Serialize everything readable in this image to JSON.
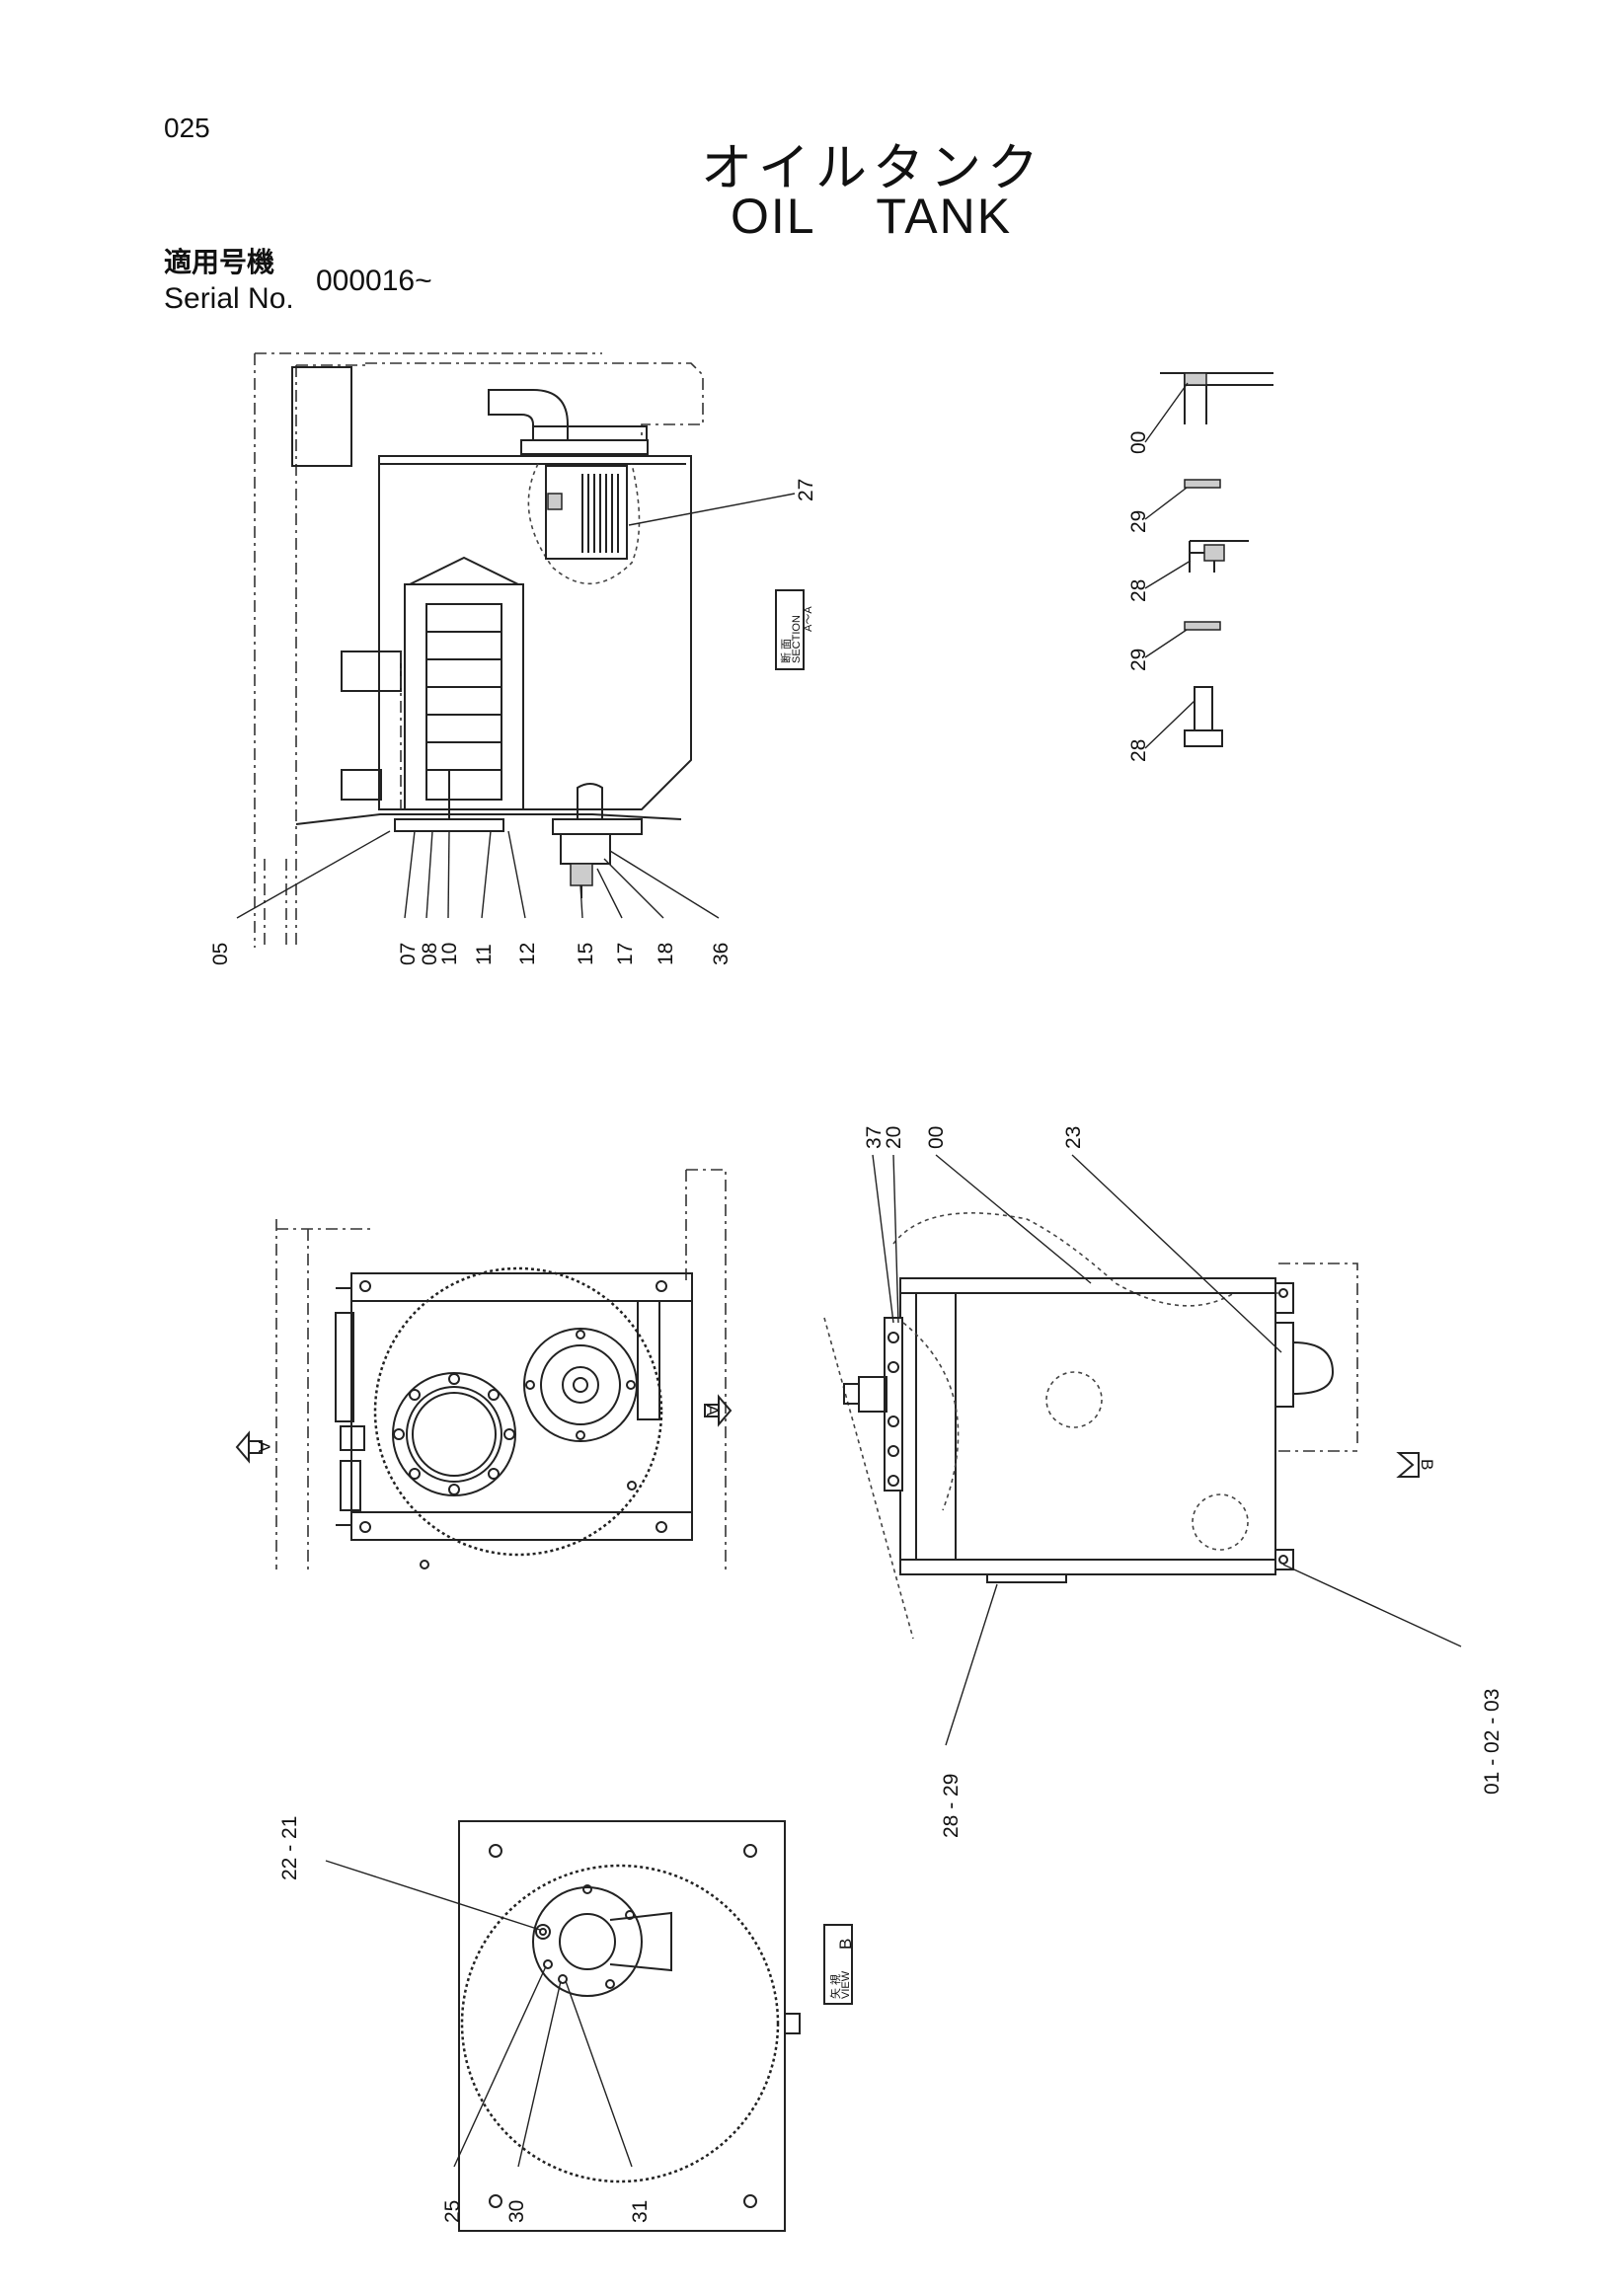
{
  "header": {
    "page_number": "025",
    "title_jp": "オイルタンク",
    "title_en": "OIL    TANK",
    "serial_label_jp": "適用号機",
    "serial_label_en": "Serial No.",
    "serial_value": "000016~"
  },
  "section_tag": {
    "jp": "断 面",
    "en": "SECTION",
    "ref": "A～A"
  },
  "view_tag": {
    "jp": "矢 視",
    "en": "VIEW",
    "ref": "B"
  },
  "arrow_labels": {
    "a_left": "A",
    "a_right": "A",
    "b": "B"
  },
  "callouts": {
    "c05": "05",
    "c07": "07",
    "c08": "08",
    "c10": "10",
    "c11": "11",
    "c12": "12",
    "c15": "15",
    "c17": "17",
    "c18": "18",
    "c36": "36",
    "c27": "27",
    "d00": "00",
    "d29a": "29",
    "d28a": "28",
    "d29b": "29",
    "d28b": "28",
    "s37": "37",
    "s20": "20",
    "s00": "00",
    "s23": "23",
    "s010203": "01 - 02 - 03",
    "s2829": "28 - 29",
    "b2221": "22 - 21",
    "b25": "25",
    "b30": "30",
    "b31": "31"
  }
}
